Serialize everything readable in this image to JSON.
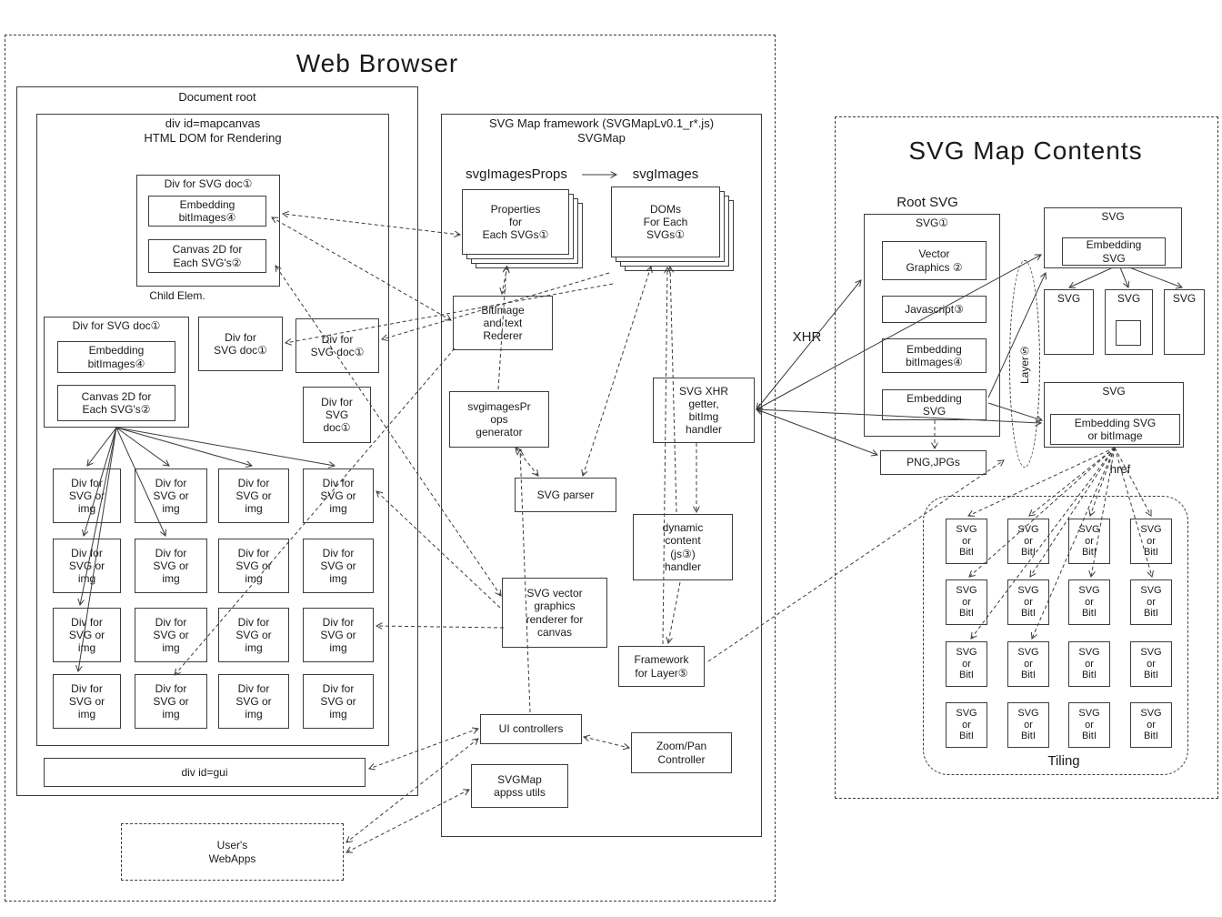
{
  "web_browser": {
    "title": "Web Browser",
    "document_root": {
      "label": "Document root",
      "mapcanvas": {
        "label": "div id=mapcanvas\nHTML DOM for Rendering",
        "div_doc_label": "Div for SVG doc①",
        "embedding_bitimages": "Embedding\nbitImages④",
        "canvas_2d": "Canvas 2D for\nEach SVG's②",
        "child_elem": "Child Elem.",
        "div_doc_2line": "Div for\nSVG doc①",
        "div_doc_3line": "Div for\nSVG\ndoc①",
        "grid_cell": "Div for\nSVG or\nimg",
        "gui": "div id=gui"
      }
    },
    "framework": {
      "label": "SVG Map framework (SVGMapLv0.1_r*.js)\nSVGMap",
      "svg_images_props": "svgImagesProps",
      "svg_images": "svgImages",
      "properties_stack": "Properties\nfor\nEach SVGs①",
      "doms_stack": "DOMs\nFor Each\nSVGs①",
      "bitimage_renderer": "BitImage\nand text\nRederer",
      "props_generator": "svgimagesPr\nops\ngenerator",
      "xhr_getter": "SVG XHR\ngetter,\nbitImg\nhandler",
      "svg_parser": "SVG parser",
      "dynamic_content": "dynamic\ncontent\n(js③)\nhandler",
      "vector_renderer": "SVG vector\ngraphics\nrenderer for\ncanvas",
      "framework_layer": "Framework\nfor Layer⑤",
      "ui_controllers": "UI controllers",
      "zoom_pan": "Zoom/Pan\nController",
      "svgmap_utils": "SVGMap\nappss utils"
    },
    "users_webapps": "User's\nWebApps"
  },
  "svg_map_contents": {
    "title": "SVG Map Contents",
    "root_svg": "Root SVG",
    "svg1": "SVG①",
    "vector_graphics": "Vector\nGraphics ②",
    "javascript": "Javascript③",
    "embedding_bitimages": "Embedding\nbitImages④",
    "embedding_svg": "Embedding\nSVG",
    "png_jpgs": "PNG,JPGs",
    "xhr": "XHR",
    "layer": "Layer⑤",
    "svg": "SVG",
    "embedding_svg_top": "Embedding\nSVG",
    "embedding_svg_or_bitimage": "Embedding SVG\nor bitImage",
    "href": "href",
    "tile": "SVG\nor\nBitI",
    "tiling": "Tiling"
  },
  "arrows": [
    [
      640,
      192,
      678,
      192,
      "end",
      "solid"
    ],
    [
      558,
      293,
      552,
      323,
      "both",
      "dash"
    ],
    [
      548,
      428,
      557,
      293,
      "end",
      "dash"
    ],
    [
      592,
      523,
      567,
      492,
      "both",
      "dash"
    ],
    [
      641,
      523,
      716,
      293,
      "both",
      "dash"
    ],
    [
      744,
      563,
      737,
      293,
      "end",
      "dash"
    ],
    [
      766,
      487,
      766,
      563,
      "end",
      "dash"
    ],
    [
      729,
      708,
      734,
      294,
      "end",
      "dash"
    ],
    [
      526,
      801,
      406,
      845,
      "both",
      "dash"
    ],
    [
      642,
      810,
      692,
      822,
      "both",
      "dash"
    ],
    [
      526,
      812,
      381,
      926,
      "both",
      "dash"
    ],
    [
      516,
      868,
      381,
      937,
      "both",
      "dash"
    ],
    [
      583,
      783,
      572,
      494,
      "end",
      "dash"
    ],
    [
      496,
      352,
      299,
      239,
      "both",
      "dash"
    ],
    [
      551,
      655,
      303,
      292,
      "both",
      "dash"
    ],
    [
      670,
      300,
      420,
      373,
      "end",
      "dash"
    ],
    [
      674,
      312,
      314,
      377,
      "end",
      "dash"
    ],
    [
      506,
      258,
      311,
      235,
      "both",
      "dash"
    ],
    [
      550,
      668,
      414,
      540,
      "end",
      "dash"
    ],
    [
      554,
      690,
      414,
      688,
      "end",
      "dash"
    ],
    [
      500,
      383,
      192,
      742,
      "end",
      "dash"
    ],
    [
      128,
      470,
      96,
      512,
      "end",
      "solid"
    ],
    [
      128,
      470,
      186,
      512,
      "end",
      "solid"
    ],
    [
      128,
      470,
      277,
      512,
      "end",
      "solid"
    ],
    [
      128,
      470,
      368,
      512,
      "end",
      "solid"
    ],
    [
      128,
      470,
      92,
      589,
      "end",
      "solid"
    ],
    [
      128,
      470,
      182,
      589,
      "end",
      "solid"
    ],
    [
      128,
      470,
      88,
      665,
      "end",
      "solid"
    ],
    [
      128,
      470,
      86,
      738,
      "end",
      "solid"
    ],
    [
      832,
      450,
      947,
      308,
      "both",
      "solid"
    ],
    [
      832,
      450,
      1145,
      280,
      "both",
      "solid"
    ],
    [
      832,
      450,
      1145,
      465,
      "both",
      "solid"
    ],
    [
      832,
      450,
      965,
      500,
      "both",
      "solid"
    ],
    [
      1028,
      462,
      1028,
      493,
      "end",
      "dash"
    ],
    [
      1087,
      443,
      1146,
      462,
      "end",
      "solid"
    ],
    [
      1087,
      437,
      1150,
      300,
      "end",
      "solid"
    ],
    [
      1224,
      294,
      1176,
      316,
      "end",
      "solid"
    ],
    [
      1232,
      294,
      1241,
      316,
      "end",
      "solid"
    ],
    [
      1242,
      294,
      1300,
      316,
      "end",
      "solid"
    ],
    [
      1226,
      492,
      1065,
      567,
      "end",
      "dash"
    ],
    [
      1226,
      492,
      1132,
      567,
      "end",
      "dash"
    ],
    [
      1226,
      492,
      1199,
      567,
      "end",
      "dash"
    ],
    [
      1226,
      492,
      1266,
      567,
      "end",
      "dash"
    ],
    [
      1226,
      492,
      1066,
      634,
      "end",
      "dash"
    ],
    [
      1226,
      492,
      1133,
      634,
      "end",
      "dash"
    ],
    [
      1226,
      492,
      1200,
      634,
      "end",
      "dash"
    ],
    [
      1226,
      492,
      1267,
      634,
      "end",
      "dash"
    ],
    [
      1226,
      492,
      1068,
      702,
      "end",
      "dash"
    ],
    [
      1226,
      492,
      1135,
      702,
      "end",
      "dash"
    ],
    [
      779,
      727,
      1104,
      506,
      "end",
      "dash"
    ],
    [
      748,
      640,
      735,
      707,
      "end",
      "dash"
    ]
  ]
}
